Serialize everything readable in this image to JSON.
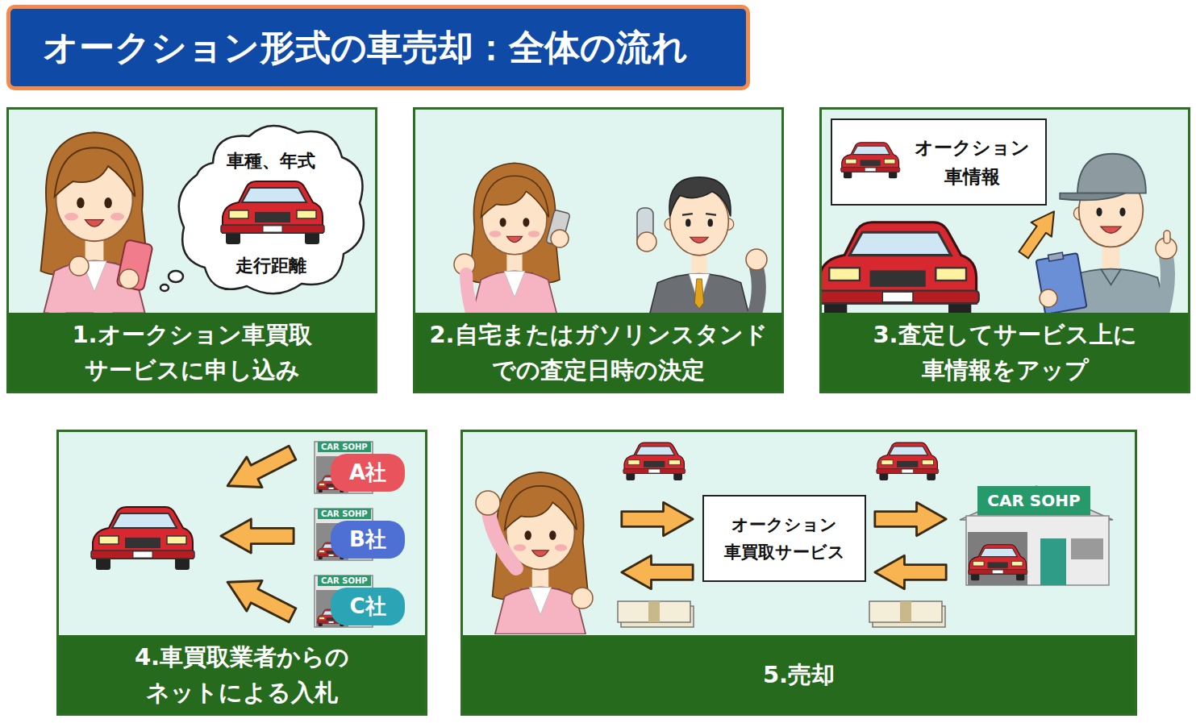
{
  "diagram": {
    "title": "オークション形式の車売却：全体の流れ",
    "nodes": [
      {
        "text": [
          "1.オークション車買取 サービスに申し込み"
        ]
      },
      {
        "text": [
          "車種、年式",
          "走行距離"
        ],
        "in": 0
      },
      {
        "text": [
          "2.自宅またはガソリンスタンド での査定日時の決定"
        ]
      },
      {
        "text": [
          "3.査定してサービス上に 車情報をアップ"
        ]
      },
      {
        "text": [
          "オークション 車情報"
        ],
        "in": 3
      },
      {
        "text": [
          "4.車買取業者からの ネットによる入札"
        ]
      },
      {
        "text": [
          "A社"
        ],
        "in": 5
      },
      {
        "text": [
          "B社"
        ],
        "in": 5
      },
      {
        "text": [
          "C社"
        ],
        "in": 5
      },
      {
        "text": [
          "5.売却"
        ]
      },
      {
        "text": [
          "オークション 車買取サービス"
        ],
        "in": 9
      },
      {
        "text": [
          "CAR SOHP"
        ],
        "in": 9
      }
    ],
    "labels": [
      "CAR SOHP",
      "CAR SOHP",
      "CAR SOHP"
    ]
  }
}
